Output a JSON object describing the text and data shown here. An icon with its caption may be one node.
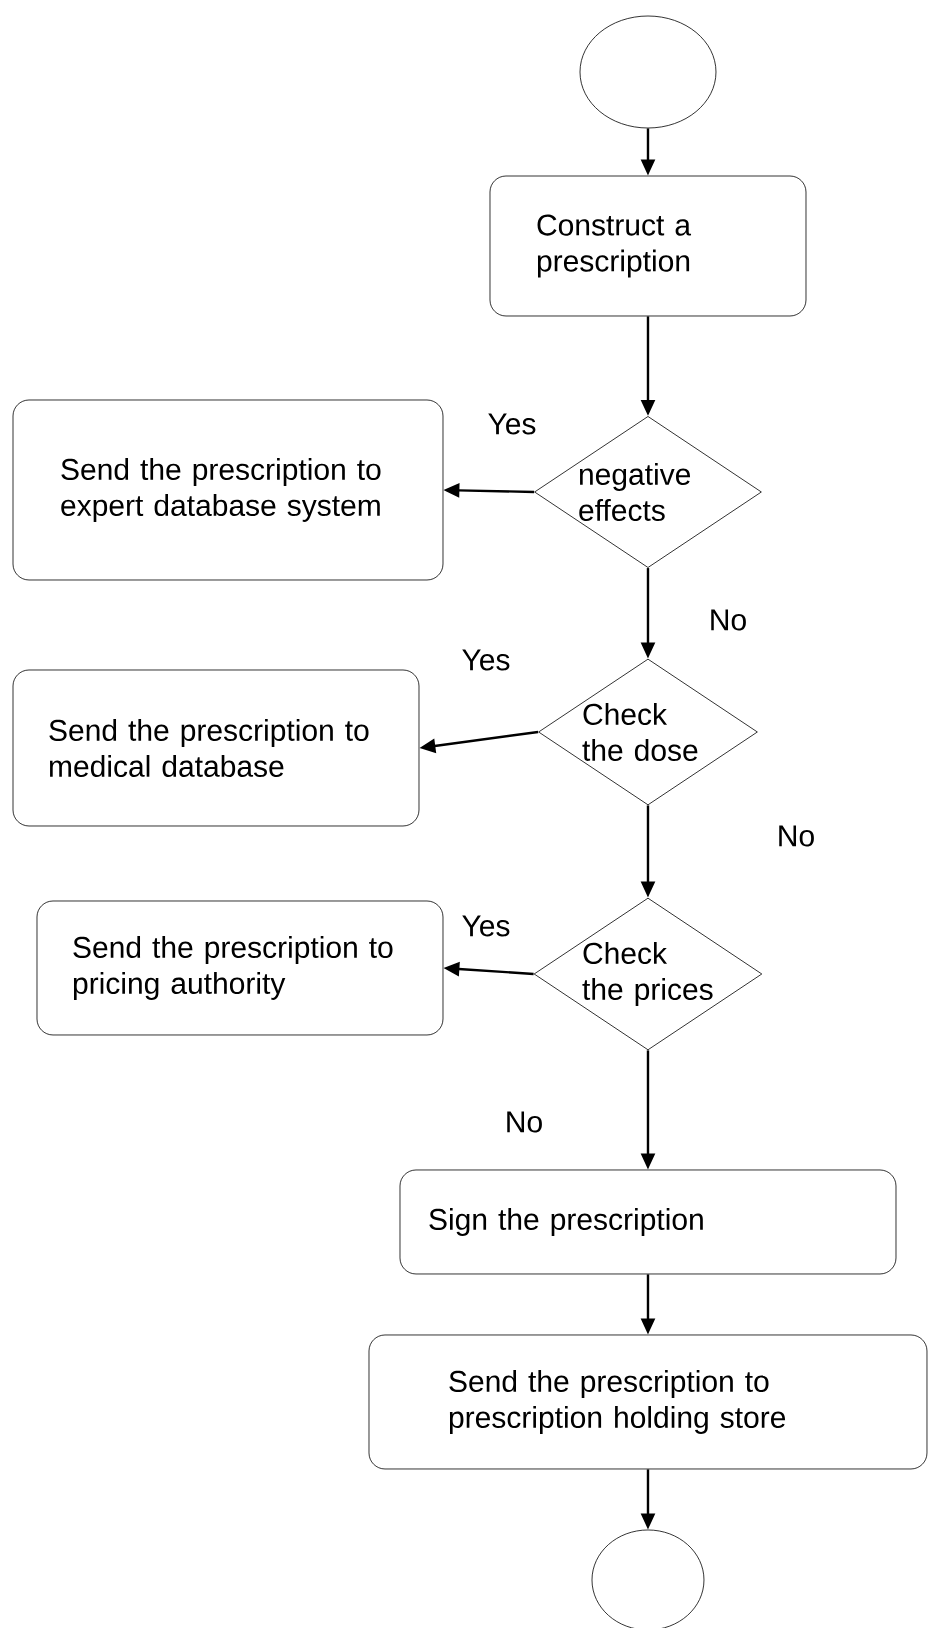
{
  "diagram": {
    "nodes": [
      {
        "text": [],
        "shape": "circle"
      },
      {
        "text": [
          "Construct a prescription"
        ]
      },
      {
        "text": [
          "negative effects"
        ]
      },
      {
        "text": [
          "Send the prescription to expert database system"
        ]
      },
      {
        "text": [
          "Check the dose"
        ]
      },
      {
        "text": [
          "Send the prescription to medical database"
        ]
      },
      {
        "text": [
          "Check the prices"
        ]
      },
      {
        "text": [
          "Send the prescription to pricing authority"
        ]
      },
      {
        "text": [
          "Sign the prescription"
        ]
      },
      {
        "text": [
          "Send the prescription to prescription holding store"
        ]
      },
      {
        "text": [],
        "shape": "circle"
      }
    ],
    "edges": [
      {
        "from": 0,
        "to": 1,
        "arrow": "to"
      },
      {
        "from": 1,
        "to": 2,
        "arrow": "to"
      },
      {
        "from": 2,
        "to": 3,
        "arrow": "to",
        "label": "Yes"
      },
      {
        "from": 2,
        "to": 4,
        "arrow": "to",
        "label": "No"
      },
      {
        "from": 4,
        "to": 5,
        "arrow": "to",
        "label": "Yes"
      },
      {
        "from": 4,
        "to": 6,
        "arrow": "to",
        "label": "No"
      },
      {
        "from": 6,
        "to": 7,
        "arrow": "to",
        "label": "Yes"
      },
      {
        "from": 6,
        "to": 8,
        "arrow": "to",
        "label": "No"
      },
      {
        "from": 8,
        "to": 9,
        "arrow": "to"
      },
      {
        "from": 9,
        "to": 10,
        "arrow": "to"
      }
    ]
  }
}
